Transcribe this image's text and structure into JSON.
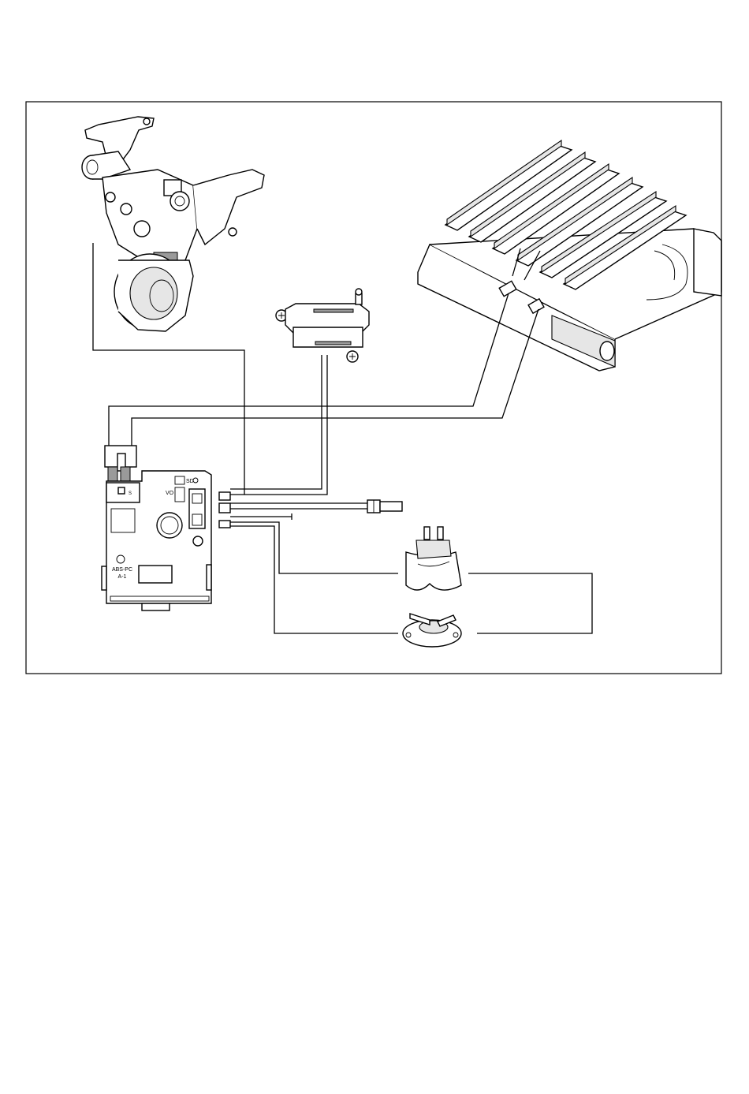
{
  "control_box": {
    "label_material": "ABS-PC",
    "label_grade": "A-1",
    "label_sd": "SD",
    "label_vo": "VO",
    "label_s": "S"
  }
}
